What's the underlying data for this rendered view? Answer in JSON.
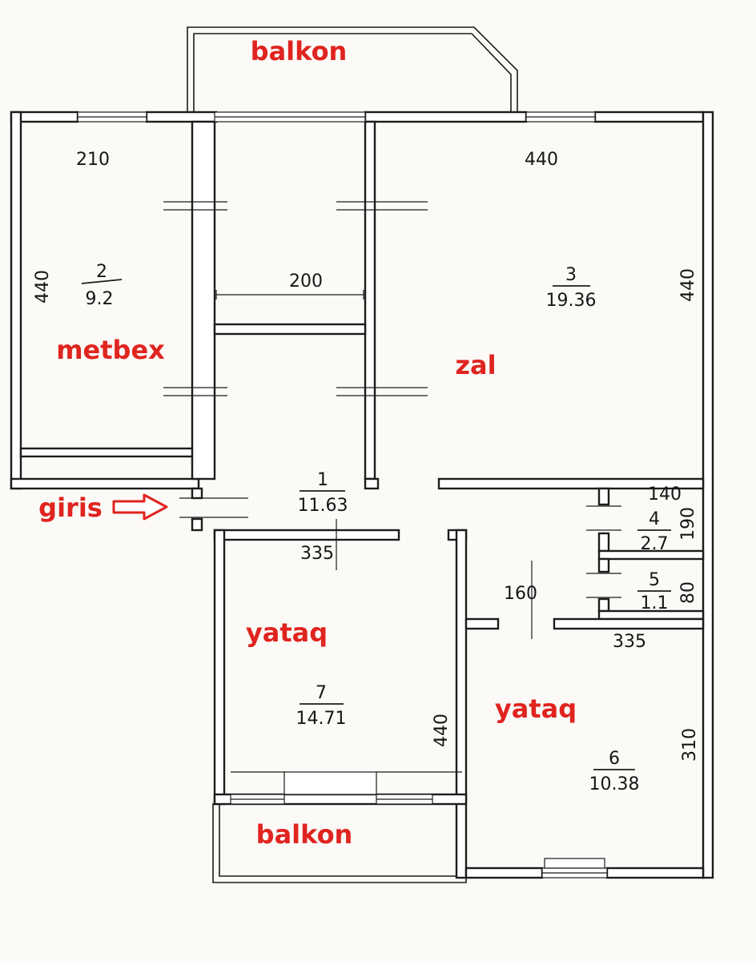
{
  "labels": {
    "balkon_top": "balkon",
    "metbex": "metbex",
    "zal": "zal",
    "giris": "giris",
    "yataq_left": "yataq",
    "yataq_right": "yataq",
    "balkon_bottom": "balkon"
  },
  "rooms": {
    "hall": {
      "number": "1",
      "area": "11.63"
    },
    "metbex": {
      "number": "2",
      "area": "9.2"
    },
    "zal": {
      "number": "3",
      "area": "19.36"
    },
    "bathroom": {
      "number": "4",
      "area": "2.7"
    },
    "wc": {
      "number": "5",
      "area": "1.1"
    },
    "yataq_right": {
      "number": "6",
      "area": "10.38"
    },
    "yataq_left": {
      "number": "7",
      "area": "14.71"
    }
  },
  "dimensions": {
    "metbex_width": "210",
    "metbex_height": "440",
    "corridor_width": "200",
    "zal_width": "440",
    "zal_height": "440",
    "hall_width": "335",
    "bathroom_width": "140",
    "bathroom_height": "190",
    "wc_height": "80",
    "yataq_right_door": "160",
    "yataq_right_width": "335",
    "yataq_left_height": "440",
    "yataq_right_height": "310"
  },
  "colors": {
    "label": "#e0241f",
    "ink": "#1c1c1c"
  }
}
